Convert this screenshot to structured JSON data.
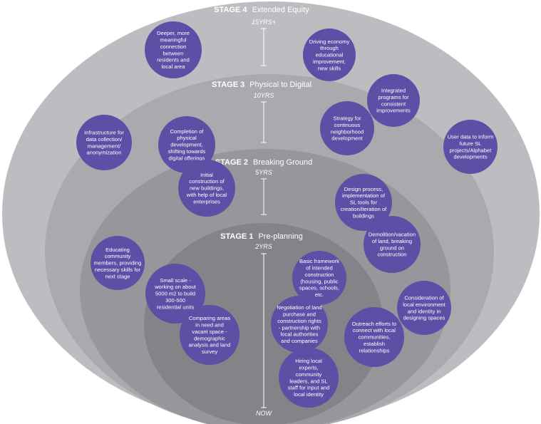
{
  "colors": {
    "ring4": "#bdbdc1",
    "ring3": "#a9a9ae",
    "ring2": "#96969b",
    "ring1": "#838388",
    "bubble": "#5b4fa6",
    "text": "#ffffff"
  },
  "stages": [
    {
      "number": "STAGE 4",
      "name": "Extended Equity",
      "years": "15YRS+"
    },
    {
      "number": "STAGE 3",
      "name": "Physical to Digital",
      "years": "10YRS"
    },
    {
      "number": "STAGE 2",
      "name": "Breaking Ground",
      "years": "5YRS"
    },
    {
      "number": "STAGE 1",
      "name": "Pre-planning",
      "years": "2YRS"
    }
  ],
  "now_label": "NOW",
  "bubbles": [
    {
      "lines": [
        "Deeper, more",
        "meaningful",
        "connection",
        "between",
        "residents and",
        "local area"
      ]
    },
    {
      "lines": [
        "Driving economy",
        "through",
        "educational",
        "improvement,",
        "new skills"
      ]
    },
    {
      "lines": [
        "Integrated",
        "programs for",
        "consistent",
        "improvements"
      ]
    },
    {
      "lines": [
        "Strategy for",
        "continuous",
        "neighborhood",
        "development"
      ]
    },
    {
      "lines": [
        "Infrastructure for",
        "data collection/",
        "management/",
        "anonymization"
      ]
    },
    {
      "lines": [
        "Completion of",
        "physical",
        "development,",
        "shifting towards",
        "digital offerings"
      ]
    },
    {
      "lines": [
        "User data to inform",
        "future SL",
        "projects/Alphabet",
        "developments"
      ]
    },
    {
      "lines": [
        "Initial",
        "construction of",
        "new buildings,",
        "with help of local",
        "enterprises"
      ]
    },
    {
      "lines": [
        "Design process,",
        "implementation of",
        "SL tools for",
        "creation/iteration of",
        "buildings"
      ]
    },
    {
      "lines": [
        "Demolition/vacation",
        "of land, breaking",
        "ground on",
        "construction"
      ]
    },
    {
      "lines": [
        "Educating",
        "community",
        "members, providing",
        "necessary skills for",
        "next stage"
      ]
    },
    {
      "lines": [
        "Basic framework",
        "of intended",
        "construction",
        "(housing, public",
        "spaces, schools,",
        "etc."
      ]
    },
    {
      "lines": [
        "Small scale -",
        "working on about",
        "5000 m2 to build",
        "300-500",
        "residential units"
      ]
    },
    {
      "lines": [
        "Consideration of",
        "local environment",
        "and identity in",
        "designing spaces"
      ]
    },
    {
      "lines": [
        "Negotiation of land",
        "purchase and",
        "construction rights",
        "- partnership with",
        "local authorities",
        "and companies"
      ]
    },
    {
      "lines": [
        "Comparing areas",
        "in need and",
        "vacant space -",
        "demographic",
        "analysis and land",
        "survey"
      ]
    },
    {
      "lines": [
        "Outreach efforts to",
        "connect with local",
        "communities,",
        "establish",
        "relationships"
      ]
    },
    {
      "lines": [
        "Hiring local",
        "experts,",
        "community",
        "leaders, and SL",
        "staff for input and",
        "local identity"
      ]
    }
  ]
}
